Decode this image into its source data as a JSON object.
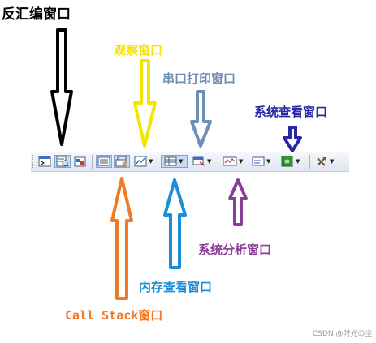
{
  "labels": {
    "disassembly": "反汇编窗口",
    "watch": "观察窗口",
    "serial": "串口打印窗口",
    "system_viewer": "系统查看窗口",
    "system_analyzer": "系统分析窗口",
    "memory": "内存查看窗口",
    "call_stack": "Call Stack窗口"
  },
  "watermark": "CSDN @时光の尘",
  "colors": {
    "disassembly": "#000000",
    "watch": "#f2e600",
    "serial": "#6f8fb5",
    "system_viewer": "#2727a8",
    "system_analyzer": "#8a3d96",
    "memory": "#1b8ed6",
    "call_stack": "#f07a26"
  },
  "toolbar_icons": [
    "command-window-icon",
    "disassembly-window-icon",
    "symbols-window-icon",
    "registers-window-icon",
    "call-stack-window-icon",
    "watch-window-icon",
    "memory-window-icon",
    "serial-window-icon",
    "analysis-window-icon",
    "trace-window-icon",
    "system-viewer-icon",
    "toolbox-icon"
  ]
}
